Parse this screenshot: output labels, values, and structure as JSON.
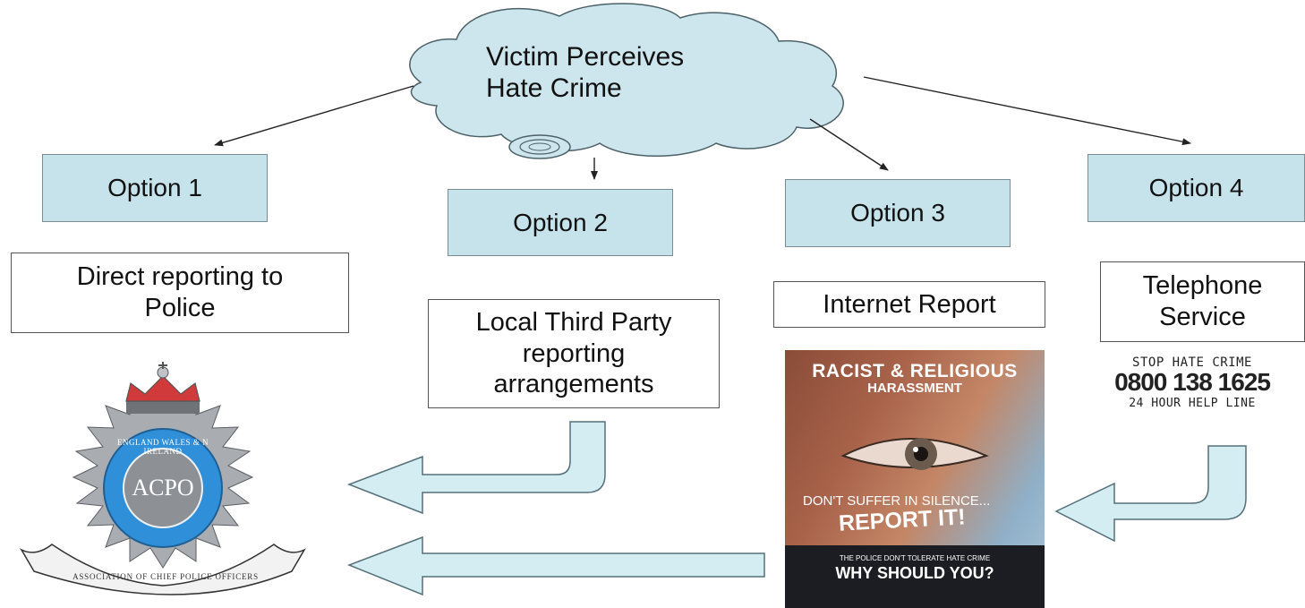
{
  "central": {
    "label_line1": "Victim Perceives",
    "label_line2": "Hate Crime"
  },
  "options": [
    {
      "label": "Option 1",
      "desc_line1": "Direct reporting to",
      "desc_line2": "Police"
    },
    {
      "label": "Option 2",
      "desc_line1": "Local Third Party",
      "desc_line2": "reporting",
      "desc_line3": "arrangements"
    },
    {
      "label": "Option 3",
      "desc_line1": "Internet Report"
    },
    {
      "label": "Option 4",
      "desc_line1": "Telephone",
      "desc_line2": "Service"
    }
  ],
  "badge": {
    "center_text": "ACPO",
    "ring_text": "ENGLAND WALES & N IRELAND",
    "ribbon_text": "ASSOCIATION OF CHIEF POLICE OFFICERS"
  },
  "poster": {
    "title": "RACIST & RELIGIOUS",
    "subtitle": "HARASSMENT",
    "dont_suffer": "DON'T SUFFER IN SILENCE...",
    "report_it": "REPORT IT!",
    "tolerate": "THE POLICE DON'T TOLERATE HATE CRIME",
    "why": "WHY SHOULD YOU?"
  },
  "hotline": {
    "brand": "STOP HATE CRIME",
    "number": "0800 138 1625",
    "tagline": "24 HOUR HELP LINE"
  },
  "colors": {
    "box_fill": "#c6e3ec",
    "cloud_fill": "#cde6ee",
    "arrow_fill": "#d3edf3",
    "outline": "#7a8d92"
  }
}
